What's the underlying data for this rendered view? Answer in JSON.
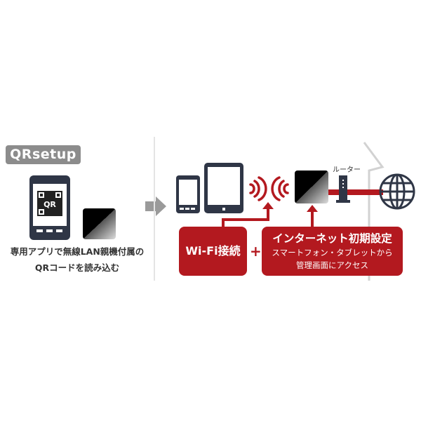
{
  "badge": {
    "label": "QRsetup"
  },
  "qr_label": "QR",
  "caption": {
    "line1": "専用アプリで無線LAN親機付属の",
    "line2": "QRコードを読み込む"
  },
  "router_label": "ルーター",
  "wifi_box": {
    "label": "Wi-Fi接続"
  },
  "plus": "+",
  "internet_box": {
    "title": "インターネット初期設定",
    "line1": "スマートフォン・タブレットから",
    "line2": "管理画面にアクセス"
  },
  "colors": {
    "red": "#b3191f",
    "navy": "#2f3646",
    "gray": "#8c8c8c"
  }
}
